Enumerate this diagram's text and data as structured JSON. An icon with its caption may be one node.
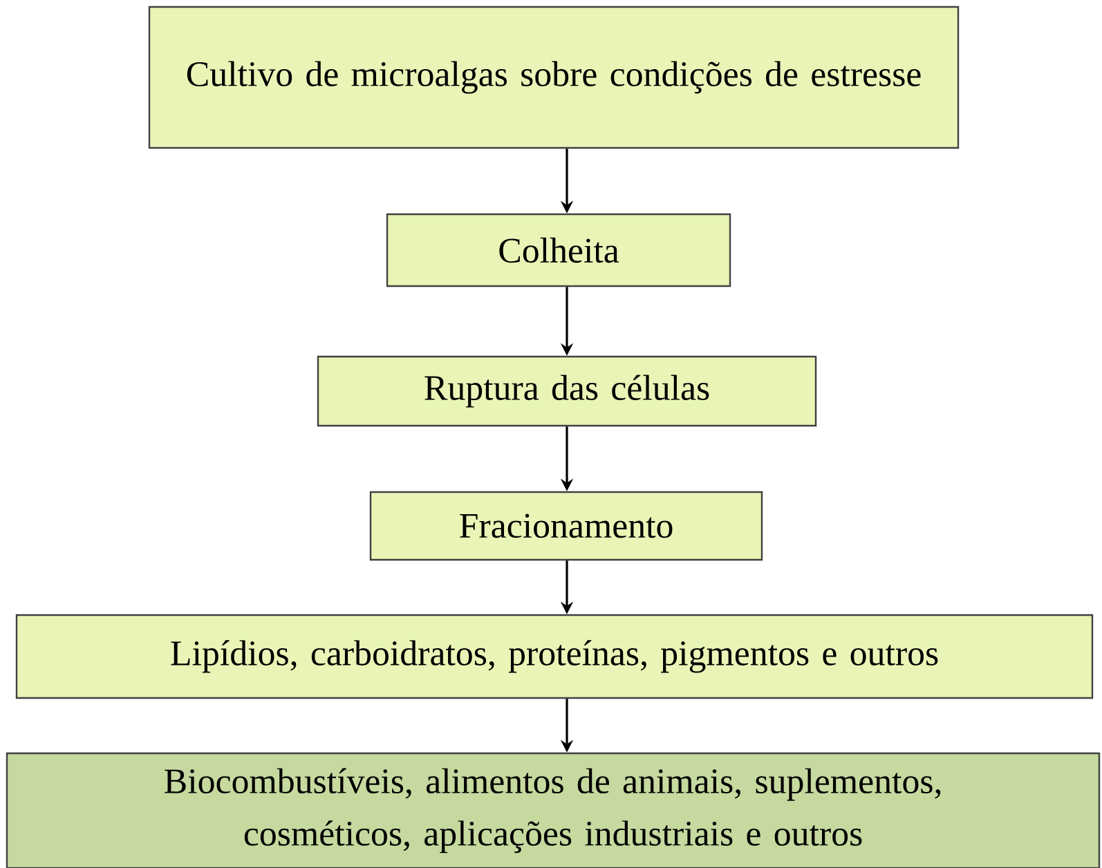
{
  "diagram": {
    "nodes": [
      {
        "text": [
          "Cultivo de microalgas sobre condições de estresse"
        ]
      },
      {
        "text": [
          "Colheita"
        ]
      },
      {
        "text": [
          "Ruptura das células"
        ]
      },
      {
        "text": [
          "Fracionamento"
        ]
      },
      {
        "text": [
          "Lipídios, carboidratos, proteínas, pigmentos e outros"
        ]
      },
      {
        "text": [
          "Biocombustíveis, alimentos de animais, suplementos, cosméticos, aplicações industriais e outros"
        ]
      }
    ],
    "edges": [
      {
        "from": 0,
        "to": 1,
        "arrow": "to"
      },
      {
        "from": 1,
        "to": 2,
        "arrow": "to"
      },
      {
        "from": 2,
        "to": 3,
        "arrow": "to"
      },
      {
        "from": 3,
        "to": 4,
        "arrow": "to"
      },
      {
        "from": 4,
        "to": 5,
        "arrow": "to"
      }
    ]
  }
}
